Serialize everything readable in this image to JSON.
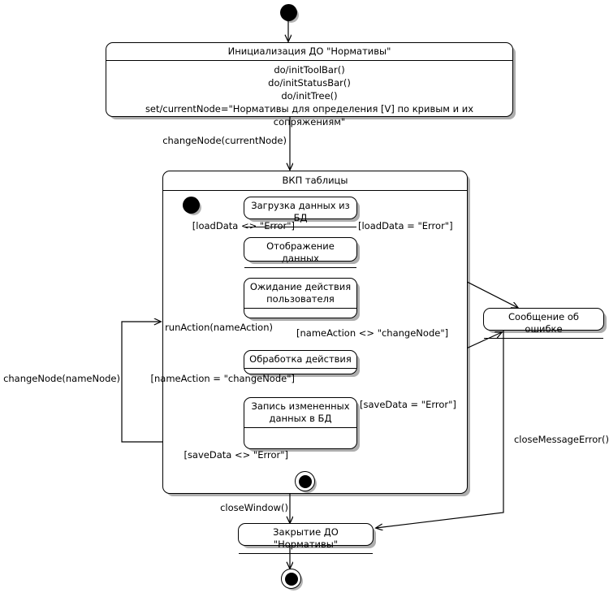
{
  "diagram": {
    "type": "uml-state-machine",
    "title": "",
    "language": "ru"
  },
  "nodes": {
    "start": {
      "kind": "initial-state",
      "label": ""
    },
    "init_state": {
      "kind": "state",
      "name": "Инициализация ДО \"Нормативы\"",
      "actions": "do/initToolBar()\ndo/initStatusBar()\ndo/initTree()\nset/currentNode=\"Нормативы для определения [V] по кривым и их сопряжениям\""
    },
    "composite": {
      "kind": "composite-state",
      "name": "ВКП таблицы"
    },
    "inner_start": {
      "kind": "initial-state",
      "label": ""
    },
    "load_data": {
      "kind": "state",
      "name": "Загрузка данных из БД"
    },
    "show_data": {
      "kind": "state",
      "name": "Отображение данных"
    },
    "wait_user": {
      "kind": "state",
      "name": "Ожидание действия\nпользователя"
    },
    "process_action": {
      "kind": "state",
      "name": "Обработка действия"
    },
    "save_data": {
      "kind": "state",
      "name": "Запись измененных\nданных в БД"
    },
    "inner_final": {
      "kind": "final-state",
      "label": ""
    },
    "error_message": {
      "kind": "state",
      "name": "Сообщение об ошибке"
    },
    "close_state": {
      "kind": "state",
      "name": "Закрытие ДО \"Нормативы\""
    },
    "final": {
      "kind": "final-state",
      "label": ""
    }
  },
  "transitions": [
    {
      "id": "t1",
      "from": "start",
      "to": "init_state",
      "label": ""
    },
    {
      "id": "t2",
      "from": "init_state",
      "to": "composite",
      "label": "changeNode(currentNode)"
    },
    {
      "id": "t3",
      "from": "inner_start",
      "to": "load_data",
      "label": ""
    },
    {
      "id": "t4",
      "from": "load_data",
      "to": "show_data",
      "label": "[loadData <> \"Error\"]"
    },
    {
      "id": "t5",
      "from": "load_data",
      "to": "error_message",
      "label": "[loadData = \"Error\"]"
    },
    {
      "id": "t6",
      "from": "show_data",
      "to": "wait_user",
      "label": ""
    },
    {
      "id": "t7",
      "from": "wait_user",
      "to": "process_action",
      "label": "runAction(nameAction)"
    },
    {
      "id": "t8",
      "from": "process_action",
      "to": "wait_user",
      "label": "[nameAction <> \"changeNode\"]"
    },
    {
      "id": "t9",
      "from": "process_action",
      "to": "save_data",
      "label": "[nameAction = \"changeNode\"]"
    },
    {
      "id": "t10",
      "from": "save_data",
      "to": "composite",
      "label": "changeNode(nameNode)"
    },
    {
      "id": "t11",
      "from": "save_data",
      "to": "error_message",
      "label": "[saveData = \"Error\"]"
    },
    {
      "id": "t12",
      "from": "save_data",
      "to": "inner_final",
      "label": "[saveData <> \"Error\"]"
    },
    {
      "id": "t13",
      "from": "composite",
      "to": "close_state",
      "label": "closeWindow()"
    },
    {
      "id": "t14",
      "from": "error_message",
      "to": "close_state",
      "label": "closeMessageError()"
    },
    {
      "id": "t15",
      "from": "close_state",
      "to": "final",
      "label": ""
    }
  ],
  "colors": {
    "stroke": "#000000",
    "fill": "#ffffff",
    "shadow": "#a0a0a0",
    "background": "#ffffff"
  }
}
